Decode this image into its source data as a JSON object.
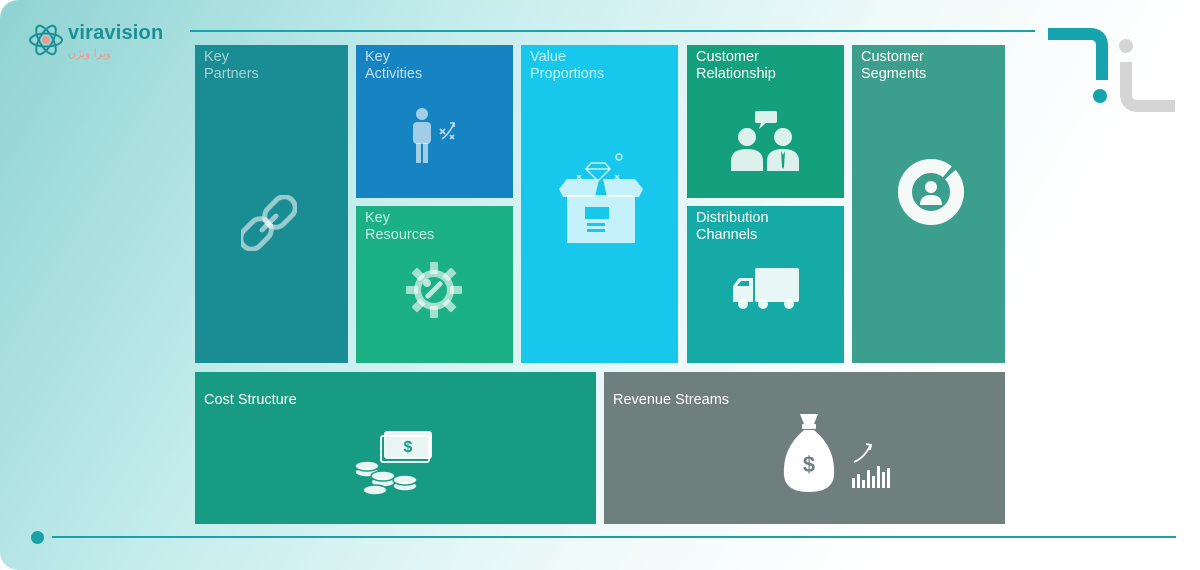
{
  "brand": {
    "name": "viravision",
    "subtitle": "ویرا ویژن",
    "colors": {
      "primary": "#1c8f95",
      "secondary": "#ef9a8c"
    },
    "icon": "atom-logo-icon"
  },
  "corner_mark": {
    "icon": "abstract-corner-logo-icon",
    "colors": [
      "#16a3ad",
      "#d5d5d5"
    ]
  },
  "canvas": {
    "blocks": {
      "key_partners": {
        "label": "Key\nPartners",
        "icon": "chain-link-icon",
        "color": "#1a8c93"
      },
      "key_activities": {
        "label": "Key\nActivities",
        "icon": "person-strategy-icon",
        "color": "#1683c2"
      },
      "key_resources": {
        "label": "Key\nResources",
        "icon": "gear-wrench-icon",
        "color": "#1cb185"
      },
      "value_propositions": {
        "label": "Value\nProportions",
        "icon": "box-diamond-icon",
        "color": "#17c8ec"
      },
      "customer_relationship": {
        "label": "Customer\nRelationship",
        "icon": "people-chat-icon",
        "color": "#149f7d"
      },
      "distribution_channels": {
        "label": "Distribution\nChannels",
        "icon": "delivery-truck-icon",
        "color": "#16aaa6"
      },
      "customer_segments": {
        "label": "Customer\nSegments",
        "icon": "donut-segment-person-icon",
        "color": "#3c9e8c"
      },
      "cost_structure": {
        "label": "Cost Structure",
        "icon": "money-coins-icon",
        "color": "#179b83"
      },
      "revenue_streams": {
        "label": "Revenue Streams",
        "icon": "money-bag-growth-icon",
        "color": "#6e7f7d"
      }
    }
  }
}
